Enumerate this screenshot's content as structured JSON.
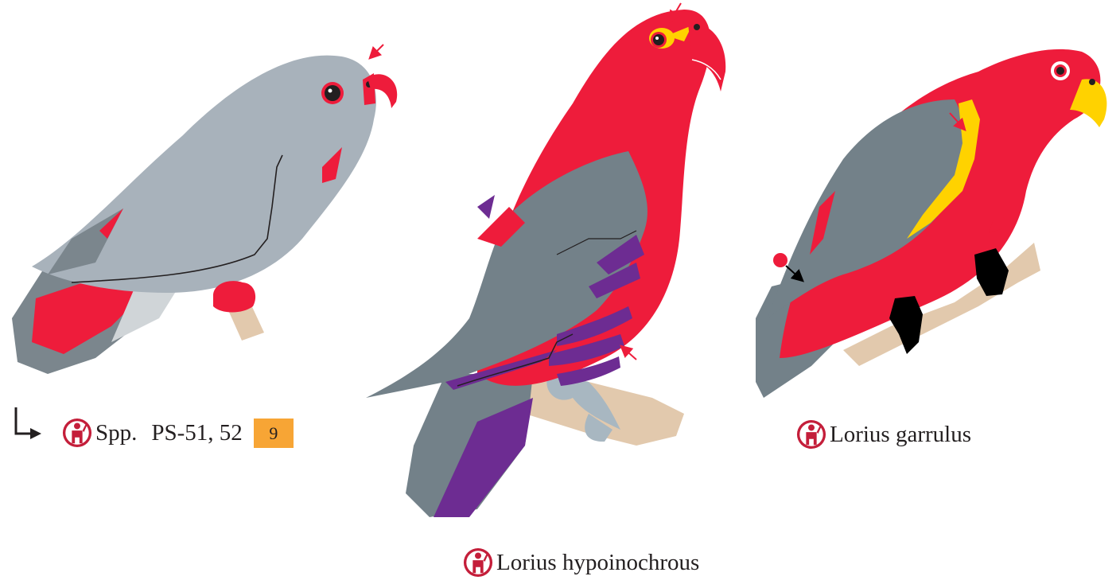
{
  "figures": [
    {
      "id": "grey",
      "caption": {
        "label": "Spp.",
        "codes": "PS-51, 52",
        "badge": "9",
        "icon": "protected-species-icon"
      },
      "colors": {
        "body": "#a8b2bb",
        "dark": "#7b868d",
        "red": "#ee1c3b",
        "beak": "#ee1c3b",
        "leg": "#e2c9ad"
      }
    },
    {
      "id": "hypoinochrous",
      "caption": {
        "label": "Lorius hypoinochrous",
        "icon": "protected-species-icon"
      },
      "colors": {
        "body": "#ee1c3b",
        "wing": "#738189",
        "purple": "#6d2c92",
        "eyering": "#ffd200",
        "leg": "#a8b7c1",
        "perch": "#e2c9ad"
      }
    },
    {
      "id": "garrulus",
      "caption": {
        "label": "Lorius garrulus",
        "icon": "protected-species-icon"
      },
      "colors": {
        "body": "#ee1c3b",
        "wing": "#738189",
        "mantle": "#ffd200",
        "beak": "#ffd200",
        "feet": "#000000",
        "perch": "#e2c9ad"
      }
    }
  ]
}
